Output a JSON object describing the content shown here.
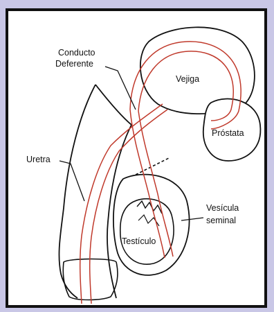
{
  "labels": {
    "vas_deferens": [
      "Conducto",
      "Deferente"
    ],
    "bladder": "Vejiga",
    "prostate": "Próstata",
    "urethra": "Uretra",
    "seminal_vesicle": [
      "Vesícula",
      "seminal"
    ],
    "testicle": "Testículo"
  },
  "colors": {
    "background": "#c9c7e6",
    "frame_border": "#111111",
    "outline": "#111111",
    "duct": "#c0392b"
  }
}
